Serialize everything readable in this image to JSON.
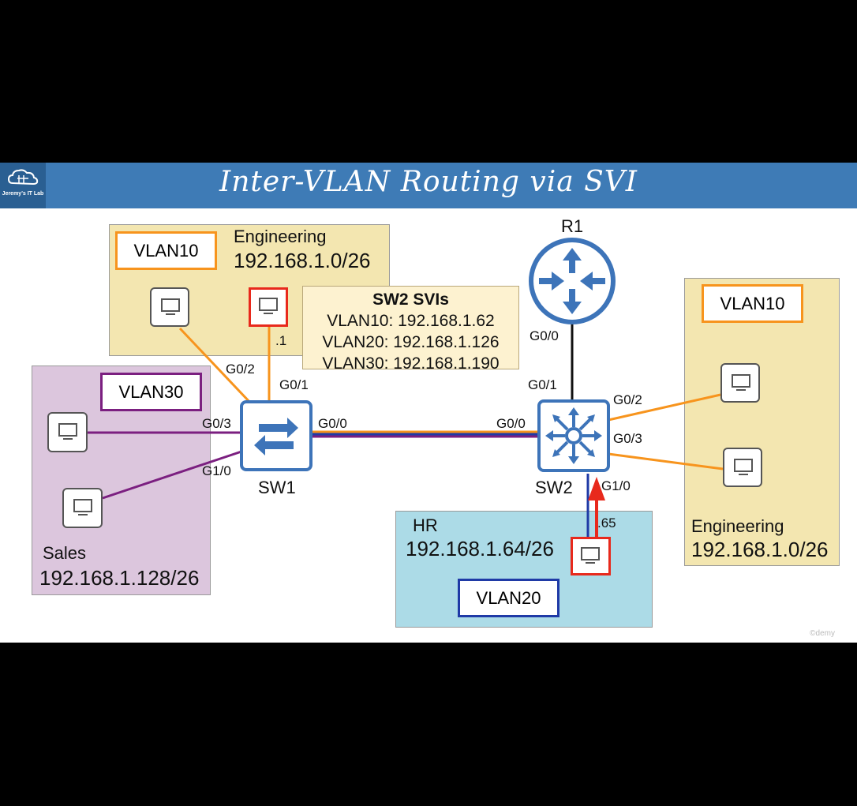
{
  "header": {
    "title": "Inter-VLAN Routing via SVI",
    "logo_text": "Jeremy's IT Lab"
  },
  "areas": {
    "engineering_left": {
      "vlan": "VLAN10",
      "name": "Engineering",
      "subnet": "192.168.1.0/26",
      "color": "#f3e6b0"
    },
    "sales": {
      "vlan": "VLAN30",
      "name": "Sales",
      "subnet": "192.168.1.128/26",
      "color": "#dcc6dd"
    },
    "hr": {
      "vlan": "VLAN20",
      "name": "HR",
      "subnet": "192.168.1.64/26",
      "color": "#acdbe7"
    },
    "engineering_right": {
      "vlan": "VLAN10",
      "name": "Engineering",
      "subnet": "192.168.1.0/26",
      "color": "#f3e6b0"
    }
  },
  "svi_box": {
    "title": "SW2 SVIs",
    "lines": [
      "VLAN10: 192.168.1.62",
      "VLAN20: 192.168.1.126",
      "VLAN30: 192.168.1.190"
    ]
  },
  "devices": {
    "r1": "R1",
    "sw1": "SW1",
    "sw2": "SW2"
  },
  "ports": {
    "sw1_g02": "G0/2",
    "sw1_g01": "G0/1",
    "sw1_g03": "G0/3",
    "sw1_g10": "G1/0",
    "sw1_g00": "G0/0",
    "sw2_g00_left": "G0/0",
    "sw2_g01": "G0/1",
    "r1_g00": "G0/0",
    "sw2_g02": "G0/2",
    "sw2_g03": "G0/3",
    "sw2_g10": "G1/0"
  },
  "host_labels": {
    "eng_pc_dot1": ".1",
    "hr_pc_dot65": ".65"
  },
  "colors": {
    "vlan10": "#f7941d",
    "vlan20": "#1f3aa6",
    "vlan30": "#7b1f80",
    "router_blue": "#3d74b9",
    "highlight_red": "#e8291c",
    "title_bar": "#3e7bb6"
  },
  "watermark": "©demy"
}
